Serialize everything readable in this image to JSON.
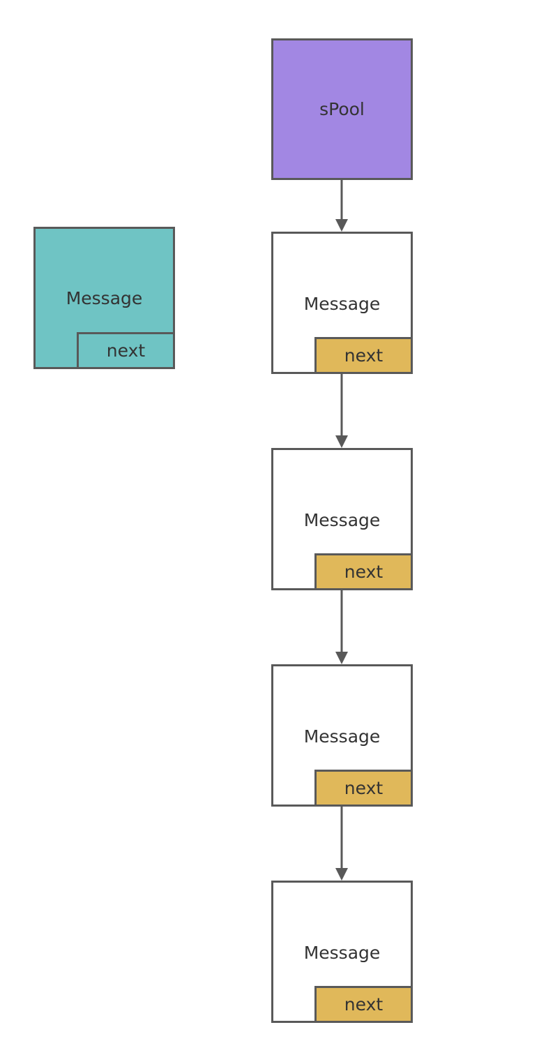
{
  "colors": {
    "pool_head": "#a287e3",
    "detached_message": "#6fc4c4",
    "next_field": "#e0b85a",
    "node_body": "#ffffff",
    "stroke": "#595959"
  },
  "pool_head": {
    "label": "sPool"
  },
  "detached_message": {
    "label": "Message",
    "next_label": "next"
  },
  "pool_nodes": [
    {
      "label": "Message",
      "next_label": "next"
    },
    {
      "label": "Message",
      "next_label": "next"
    },
    {
      "label": "Message",
      "next_label": "next"
    },
    {
      "label": "Message",
      "next_label": "next"
    }
  ]
}
